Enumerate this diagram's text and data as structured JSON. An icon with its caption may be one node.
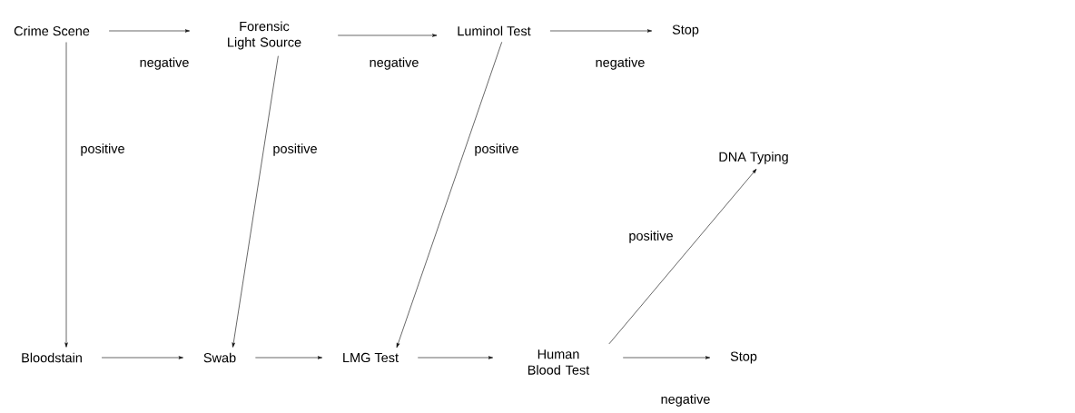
{
  "diagram": {
    "nodes": [
      {
        "text": [
          "Crime Scene"
        ]
      },
      {
        "text": [
          "Forensic Light Source"
        ]
      },
      {
        "text": [
          "Luminol Test"
        ]
      },
      {
        "text": [
          "Stop"
        ]
      },
      {
        "text": [
          "DNA Typing"
        ]
      },
      {
        "text": [
          "Bloodstain"
        ]
      },
      {
        "text": [
          "Swab"
        ]
      },
      {
        "text": [
          "LMG Test"
        ]
      },
      {
        "text": [
          "Human Blood Test"
        ]
      },
      {
        "text": [
          "Stop"
        ]
      }
    ],
    "edges": [
      {
        "from": 0,
        "to": 1,
        "arrow": "to",
        "label": "negative"
      },
      {
        "from": 1,
        "to": 2,
        "arrow": "to",
        "label": "negative"
      },
      {
        "from": 2,
        "to": 3,
        "arrow": "to",
        "label": "negative"
      },
      {
        "from": 0,
        "to": 5,
        "arrow": "to",
        "label": "positive"
      },
      {
        "from": 1,
        "to": 6,
        "arrow": "to",
        "label": "positive"
      },
      {
        "from": 2,
        "to": 7,
        "arrow": "to",
        "label": "positive"
      },
      {
        "from": 5,
        "to": 6,
        "arrow": "to"
      },
      {
        "from": 6,
        "to": 7,
        "arrow": "to"
      },
      {
        "from": 7,
        "to": 8,
        "arrow": "to"
      },
      {
        "from": 8,
        "to": 4,
        "arrow": "to",
        "label": "positive"
      },
      {
        "from": 8,
        "to": 9,
        "arrow": "to",
        "label": "negative"
      }
    ]
  }
}
